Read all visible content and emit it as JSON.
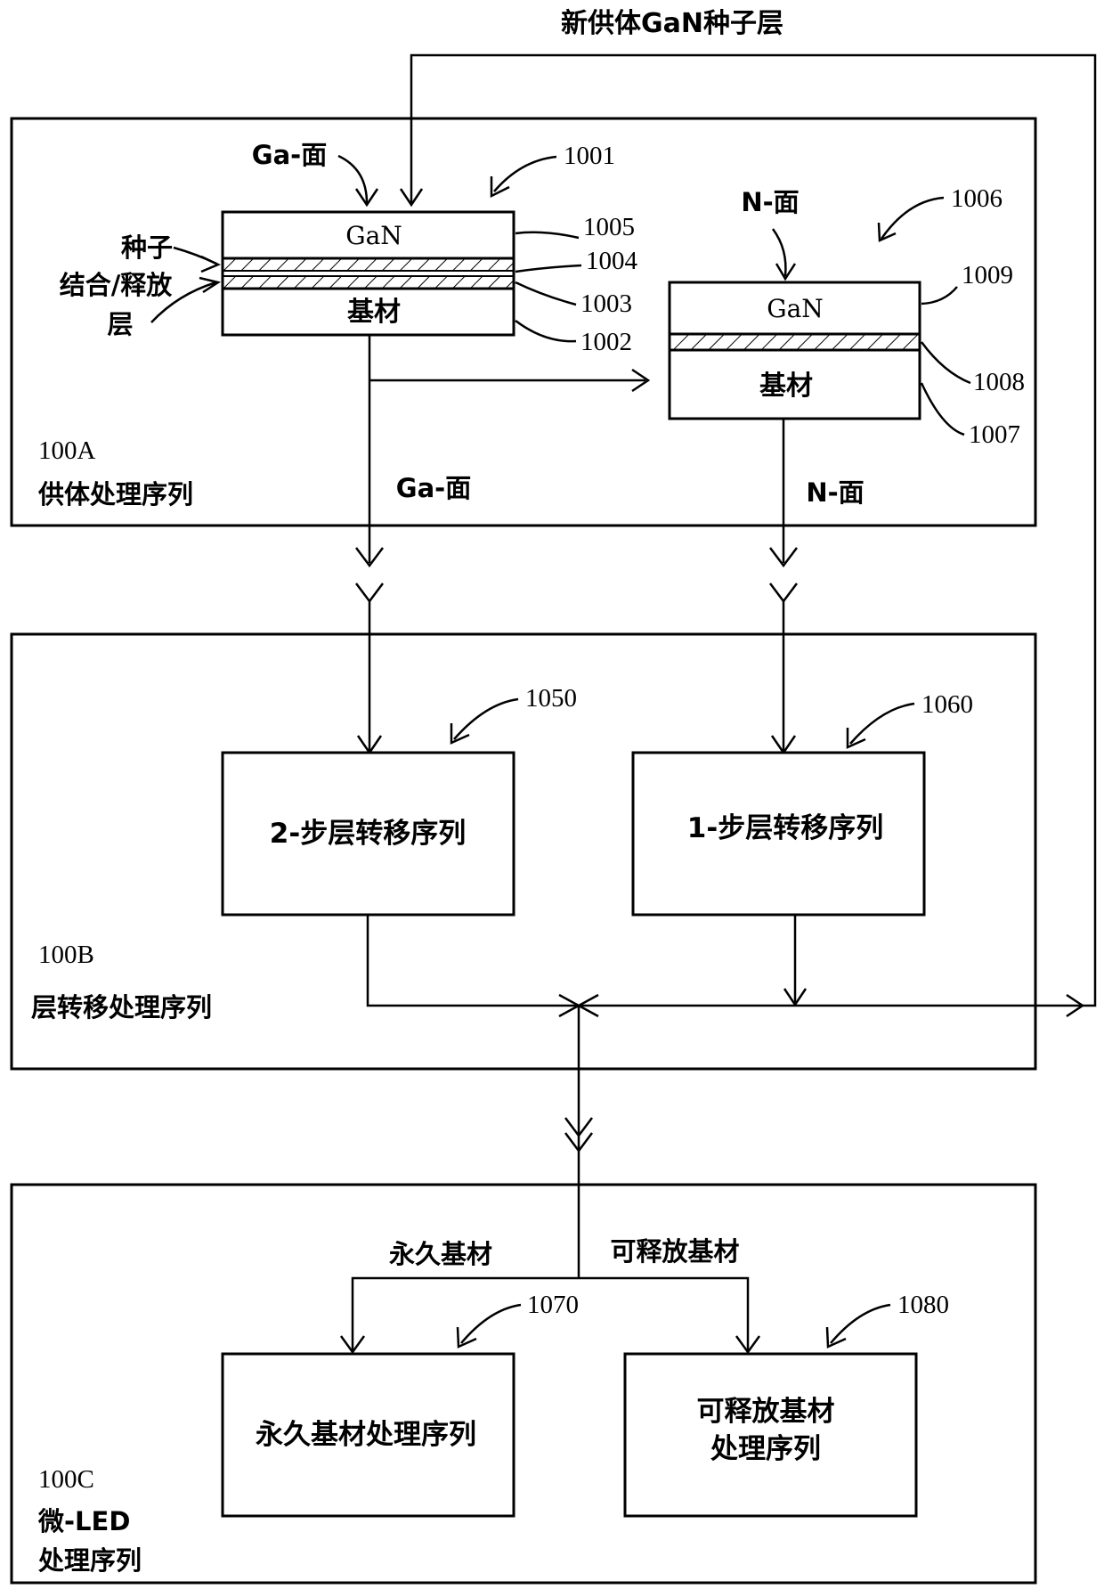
{
  "top_label": "新供体GaN种子层",
  "sectionA": {
    "id": "100A",
    "title": "供体处理序列",
    "left_stack": {
      "ga_face": "Ga-面",
      "gan": "GaN",
      "substrate": "基材",
      "ref_assembly": "1001",
      "ref_gan": "1005",
      "ref_layer1": "1004",
      "ref_layer2": "1003",
      "ref_substrate": "1002",
      "seed_label_line1": "种子",
      "seed_label_line2": "结合/释放",
      "seed_label_line3": "层"
    },
    "right_stack": {
      "n_face": "N-面",
      "gan": "GaN",
      "substrate": "基材",
      "ref_assembly": "1006",
      "ref_gan": "1009",
      "ref_layer": "1008",
      "ref_substrate": "1007"
    },
    "bottom_ga_face": "Ga-面",
    "bottom_n_face": "N-面"
  },
  "sectionB": {
    "id": "100B",
    "title": "层转移处理序列",
    "left_box": "2-步层转移序列",
    "left_ref": "1050",
    "right_box": "1-步层转移序列",
    "right_ref": "1060"
  },
  "sectionC": {
    "id": "100C",
    "title_line1": "微-LED",
    "title_line2": "处理序列",
    "permanent_label": "永久基材",
    "releasable_label": "可释放基材",
    "left_box": "永久基材处理序列",
    "left_ref": "1070",
    "right_box_line1": "可释放基材",
    "right_box_line2": "处理序列",
    "right_ref": "1080"
  }
}
